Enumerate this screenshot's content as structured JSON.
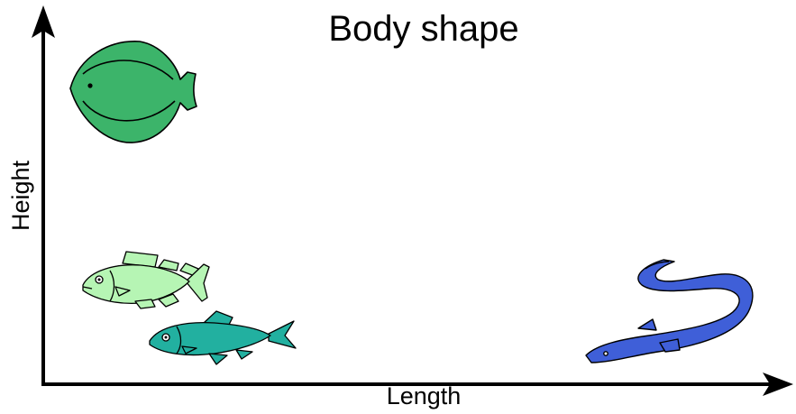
{
  "title": "Body shape",
  "x_axis_label": "Length",
  "y_axis_label": "Height",
  "fish": [
    {
      "kind": "flatfish",
      "color": "#3cb46a"
    },
    {
      "kind": "roundfish",
      "color": "#b6f5b4"
    },
    {
      "kind": "herring",
      "color": "#22b0a0"
    },
    {
      "kind": "eel",
      "color": "#3f5fd8"
    }
  ],
  "colors": {
    "axis": "#000000",
    "outline": "#000000",
    "background": "#ffffff"
  }
}
